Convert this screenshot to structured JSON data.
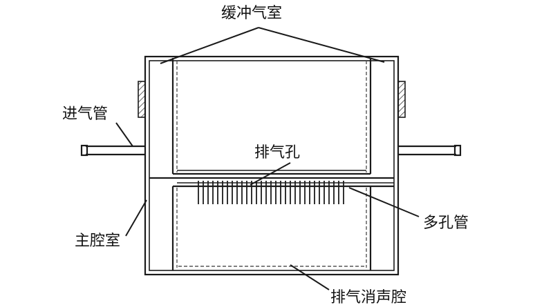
{
  "labels": {
    "buffer_chamber": "缓冲气室",
    "inlet_pipe": "进气管",
    "exhaust_holes": "排气孔",
    "perforated_pipe": "多孔管",
    "main_chamber": "主腔室",
    "exhaust_muffler_chamber": "排气消声腔"
  },
  "colors": {
    "line": "#1a1a1a",
    "background": "#ffffff"
  }
}
